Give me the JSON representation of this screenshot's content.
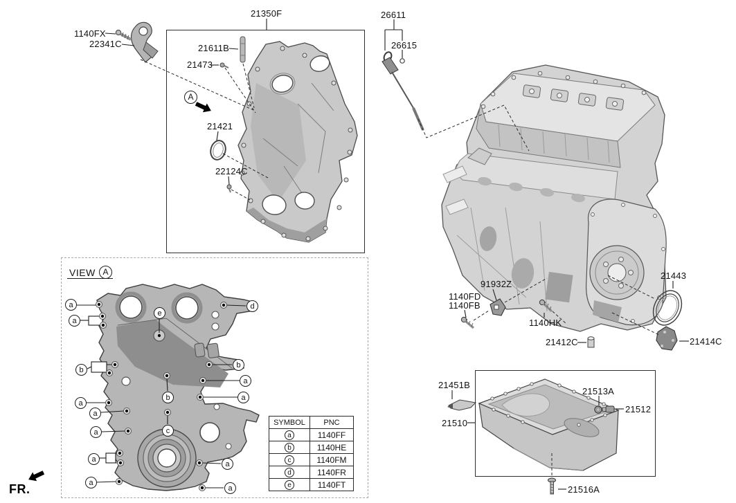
{
  "diagram": {
    "fr_label": "FR.",
    "assembly_view_marker": "A",
    "view_a": {
      "title": "VIEW",
      "marker": "A",
      "callouts": [
        {
          "letter": "a"
        },
        {
          "letter": "a"
        },
        {
          "letter": "d"
        },
        {
          "letter": "e"
        },
        {
          "letter": "b"
        },
        {
          "letter": "b"
        },
        {
          "letter": "a"
        },
        {
          "letter": "a"
        },
        {
          "letter": "b"
        },
        {
          "letter": "a"
        },
        {
          "letter": "a"
        },
        {
          "letter": "c"
        },
        {
          "letter": "a"
        },
        {
          "letter": "a"
        },
        {
          "letter": "a"
        },
        {
          "letter": "a"
        },
        {
          "letter": "a"
        }
      ]
    },
    "parts": {
      "p21350F": "21350F",
      "p1140FX": "1140FX",
      "p22341C": "22341C",
      "p21611B": "21611B",
      "p21473": "21473",
      "p21421": "21421",
      "p22124C": "22124C",
      "p26611": "26611",
      "p26615": "26615",
      "p91932Z": "91932Z",
      "p1140FD": "1140FD",
      "p1140FB": "1140FB",
      "p1140HK": "1140HK",
      "p21412C": "21412C",
      "p21443": "21443",
      "p21414C": "21414C",
      "p21451B": "21451B",
      "p21510": "21510",
      "p21513A": "21513A",
      "p21512": "21512",
      "p21516A": "21516A"
    },
    "symbol_table": {
      "headers": [
        "SYMBOL",
        "PNC"
      ],
      "rows": [
        {
          "symbol": "a",
          "pnc": "1140FF"
        },
        {
          "symbol": "b",
          "pnc": "1140HE"
        },
        {
          "symbol": "c",
          "pnc": "1140FM"
        },
        {
          "symbol": "d",
          "pnc": "1140FR"
        },
        {
          "symbol": "e",
          "pnc": "1140FT"
        }
      ]
    }
  }
}
